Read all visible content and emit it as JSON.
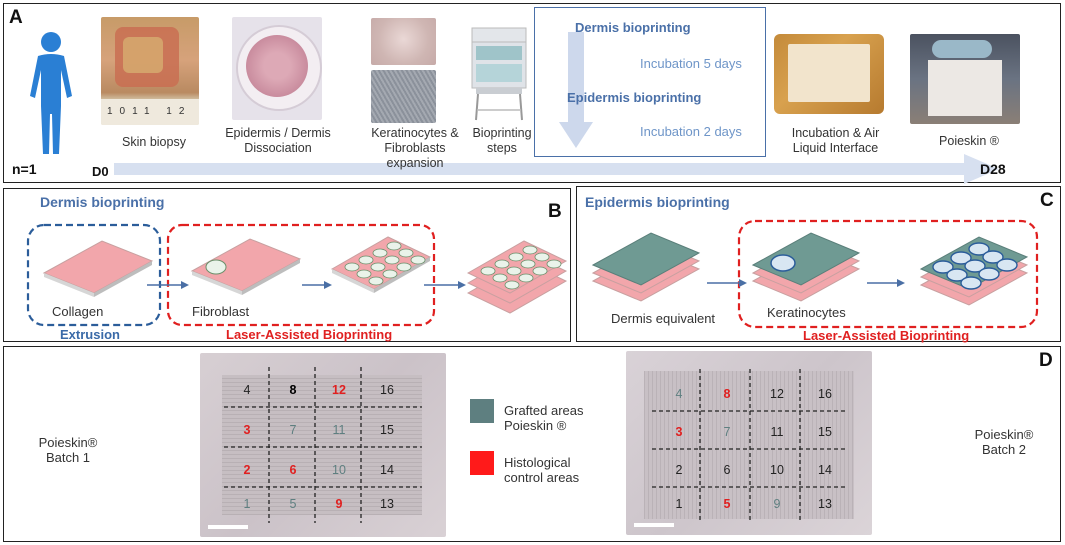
{
  "panelA": {
    "label": "A",
    "n": "n=1",
    "d_start": "D0",
    "d_end": "D28",
    "steps": [
      "Skin biopsy",
      "Epidermis / Dermis Dissociation",
      "Keratinocytes & Fibroblasts expansion",
      "Bioprinting steps",
      "Incubation & Air Liquid Interface",
      "Poieskin ®"
    ],
    "box": {
      "dermis": "Dermis bioprinting",
      "inc5": "Incubation 5 days",
      "epidermis": "Epidermis bioprinting",
      "inc2": "Incubation 2 days"
    }
  },
  "panelB": {
    "label": "B",
    "title": "Dermis bioprinting",
    "collagen": "Collagen",
    "fibroblast": "Fibroblast",
    "extrusion": "Extrusion",
    "laser": "Laser-Assisted Bioprinting"
  },
  "panelC": {
    "label": "C",
    "title": "Epidermis bioprinting",
    "dermis_eq": "Dermis equivalent",
    "keratinocytes": "Keratinocytes",
    "laser": "Laser-Assisted Bioprinting"
  },
  "panelD": {
    "label": "D",
    "batch1": "Poieskin® Batch 1",
    "batch2": "Poieskin® Batch 2",
    "legend_grafted": "Grafted areas Poieskin ®",
    "legend_histo": "Histological control areas",
    "grid1": [
      {
        "n": "4",
        "c": "#222"
      },
      {
        "n": "8",
        "c": "#000"
      },
      {
        "n": "12",
        "c": "#e02020"
      },
      {
        "n": "16",
        "c": "#222"
      },
      {
        "n": "3",
        "c": "#e02020"
      },
      {
        "n": "7",
        "c": "#5e7f80"
      },
      {
        "n": "11",
        "c": "#5e7f80"
      },
      {
        "n": "15",
        "c": "#222"
      },
      {
        "n": "2",
        "c": "#e02020"
      },
      {
        "n": "6",
        "c": "#e02020"
      },
      {
        "n": "10",
        "c": "#5e7f80"
      },
      {
        "n": "14",
        "c": "#222"
      },
      {
        "n": "1",
        "c": "#5e7f80"
      },
      {
        "n": "5",
        "c": "#5e7f80"
      },
      {
        "n": "9",
        "c": "#e02020"
      },
      {
        "n": "13",
        "c": "#222"
      }
    ],
    "grid2": [
      {
        "n": "4",
        "c": "#5e7f80"
      },
      {
        "n": "8",
        "c": "#e02020"
      },
      {
        "n": "12",
        "c": "#222"
      },
      {
        "n": "16",
        "c": "#222"
      },
      {
        "n": "3",
        "c": "#e02020"
      },
      {
        "n": "7",
        "c": "#5e7f80"
      },
      {
        "n": "11",
        "c": "#222"
      },
      {
        "n": "15",
        "c": "#222"
      },
      {
        "n": "2",
        "c": "#222"
      },
      {
        "n": "6",
        "c": "#222"
      },
      {
        "n": "10",
        "c": "#222"
      },
      {
        "n": "14",
        "c": "#222"
      },
      {
        "n": "1",
        "c": "#222"
      },
      {
        "n": "5",
        "c": "#e02020"
      },
      {
        "n": "9",
        "c": "#5e7f80"
      },
      {
        "n": "13",
        "c": "#222"
      }
    ],
    "scale": "10mm"
  },
  "colors": {
    "grafted": "#5e7f80",
    "histo": "#ff1a1a",
    "blue_title": "#4a70a8",
    "red_dash": "#e02020",
    "blue_dash": "#2b5d9a"
  }
}
